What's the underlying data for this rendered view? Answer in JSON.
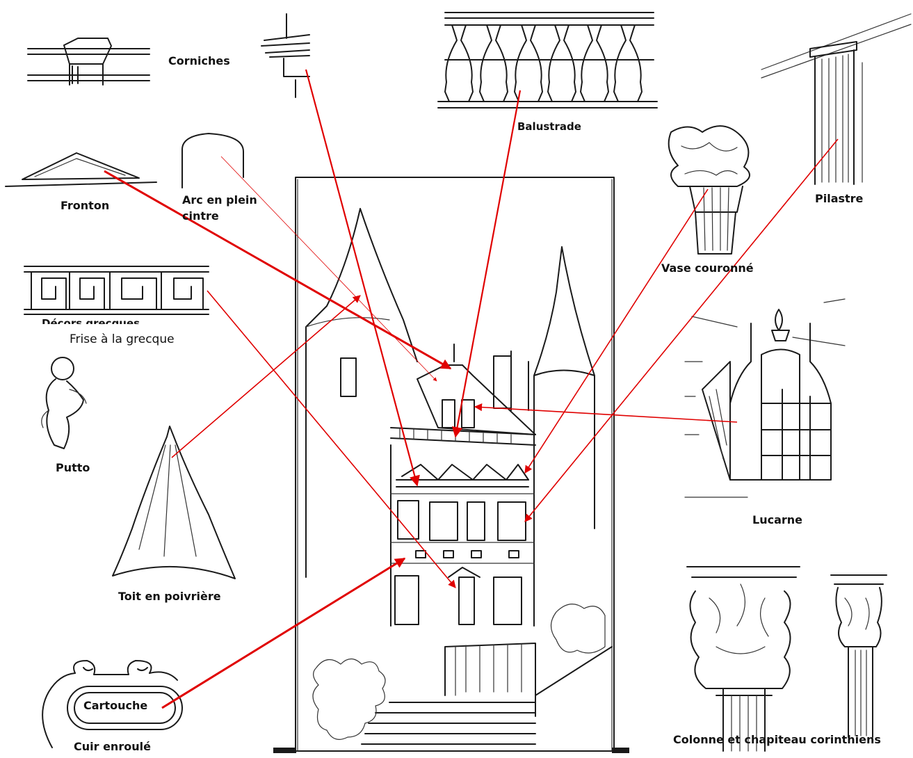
{
  "labels": {
    "corniches": "Corniches",
    "balustrade": "Balustrade",
    "fronton": "Fronton",
    "arc": "Arc en plein cintre",
    "pilastre": "Pilastre",
    "vase": "Vase couronné",
    "decors_strikeout": "Décors grecques",
    "frise": "Frise à la grecque",
    "putto": "Putto",
    "lucarne": "Lucarne",
    "toit": "Toit en poivrière",
    "cartouche": "Cartouche",
    "cuir": "Cuir enroulé",
    "colonne": "Colonne et chapiteau corinthiens"
  },
  "colors": {
    "arrow": "#e00000",
    "ink": "#1a1a1a",
    "background": "#ffffff"
  }
}
